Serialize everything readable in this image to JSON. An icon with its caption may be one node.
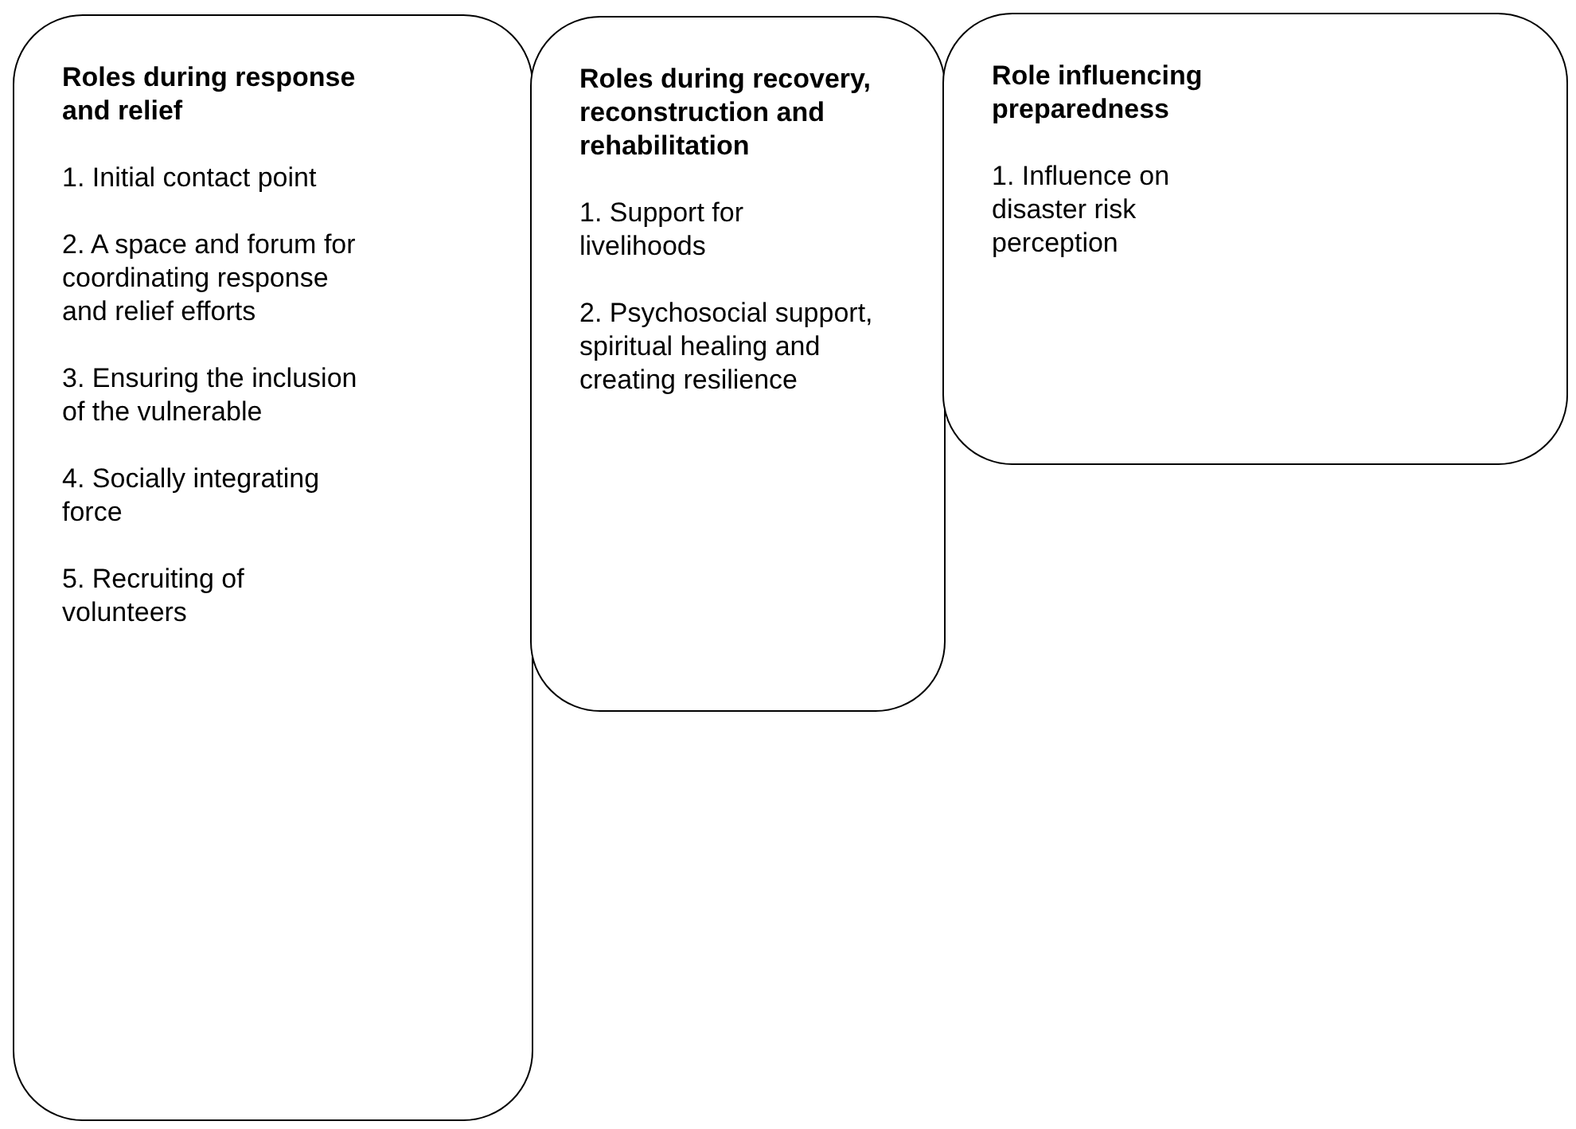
{
  "diagram": {
    "nodes": [
      {
        "text": [
          "Roles during response and relief",
          "1. Initial contact point",
          "2. A space and forum for coordinating response and relief efforts",
          "3. Ensuring the inclusion of the vulnerable",
          "4. Socially integrating force",
          "5. Recruiting of volunteers"
        ]
      },
      {
        "text": [
          "Roles during recovery, reconstruction and rehabilitation",
          "1. Support for livelihoods",
          "2. Psychosocial support, spiritual healing and creating resilience"
        ]
      },
      {
        "text": [
          "Role influencing preparedness",
          "1. Influence on disaster risk perception"
        ]
      }
    ]
  }
}
